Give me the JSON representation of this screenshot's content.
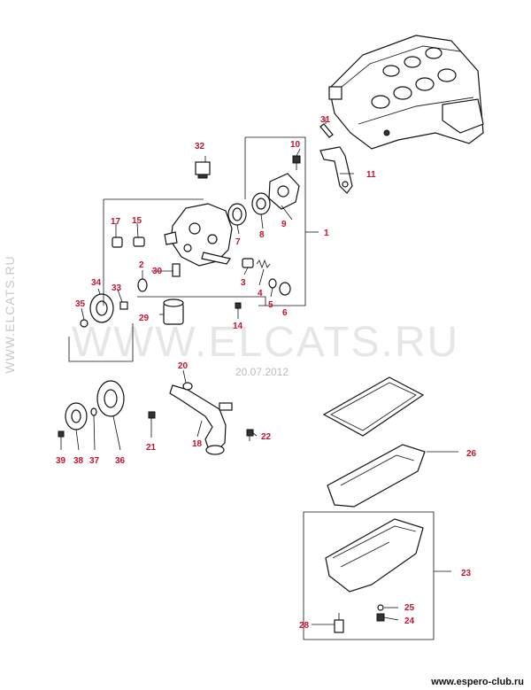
{
  "watermark": {
    "main": "WWW.ELCATS.RU",
    "side": "WWW.ELCATS.RU",
    "date": "20.07.2012"
  },
  "footer": {
    "url": "www.espero-club.ru"
  },
  "labels": {
    "l1": "1",
    "l2": "2",
    "l3": "3",
    "l4": "4",
    "l5": "5",
    "l6": "6",
    "l7": "7",
    "l8": "8",
    "l9": "9",
    "l10": "10",
    "l11": "11",
    "l14": "14",
    "l15": "15",
    "l17": "17",
    "l18": "18",
    "l20": "20",
    "l21": "21",
    "l22": "22",
    "l23": "23",
    "l24": "24",
    "l25": "25",
    "l26": "26",
    "l28": "28",
    "l29": "29",
    "l30": "30",
    "l31": "31",
    "l32": "32",
    "l33": "33",
    "l34": "34",
    "l35": "35",
    "l36": "36",
    "l37": "37",
    "l38": "38",
    "l39": "39"
  },
  "colors": {
    "label": "#c8102e",
    "line": "#111111"
  }
}
